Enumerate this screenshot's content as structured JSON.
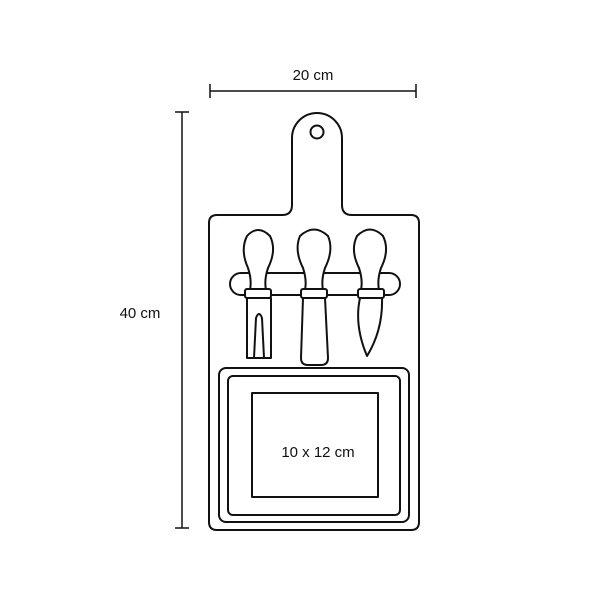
{
  "dimensions": {
    "width_label": "20 cm",
    "height_label": "40 cm",
    "slate_label": "10 x 12 cm"
  },
  "colors": {
    "line": "#111111",
    "background": "#ffffff"
  },
  "parts": {
    "knife_count": 3
  }
}
